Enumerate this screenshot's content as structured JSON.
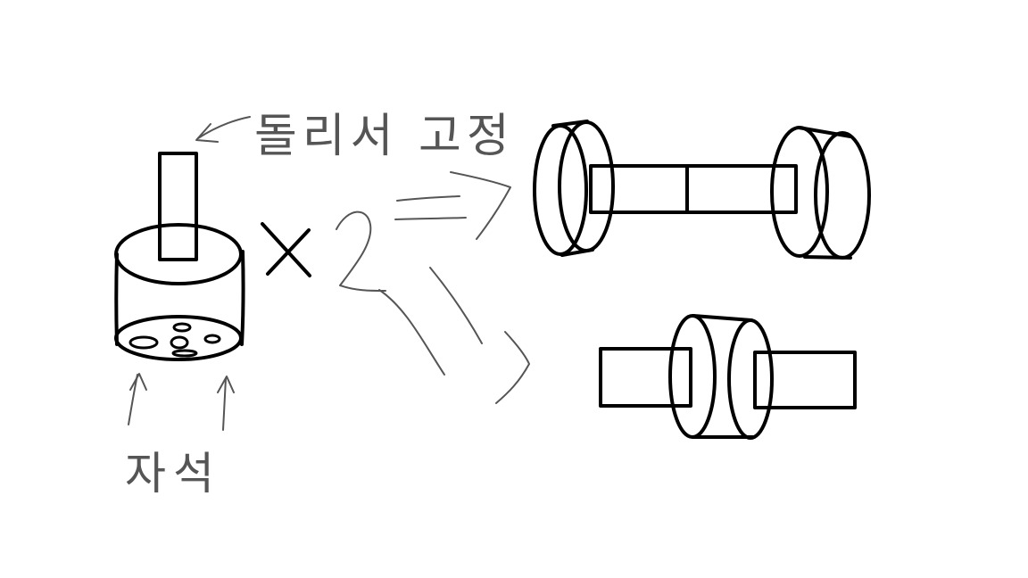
{
  "labels": {
    "top_label": "돌리서 고정",
    "bottom_label": "자석",
    "multiplier": "×2"
  },
  "colors": {
    "background": "#ffffff",
    "ink": "#000000",
    "annotation_ink": "#555555"
  }
}
